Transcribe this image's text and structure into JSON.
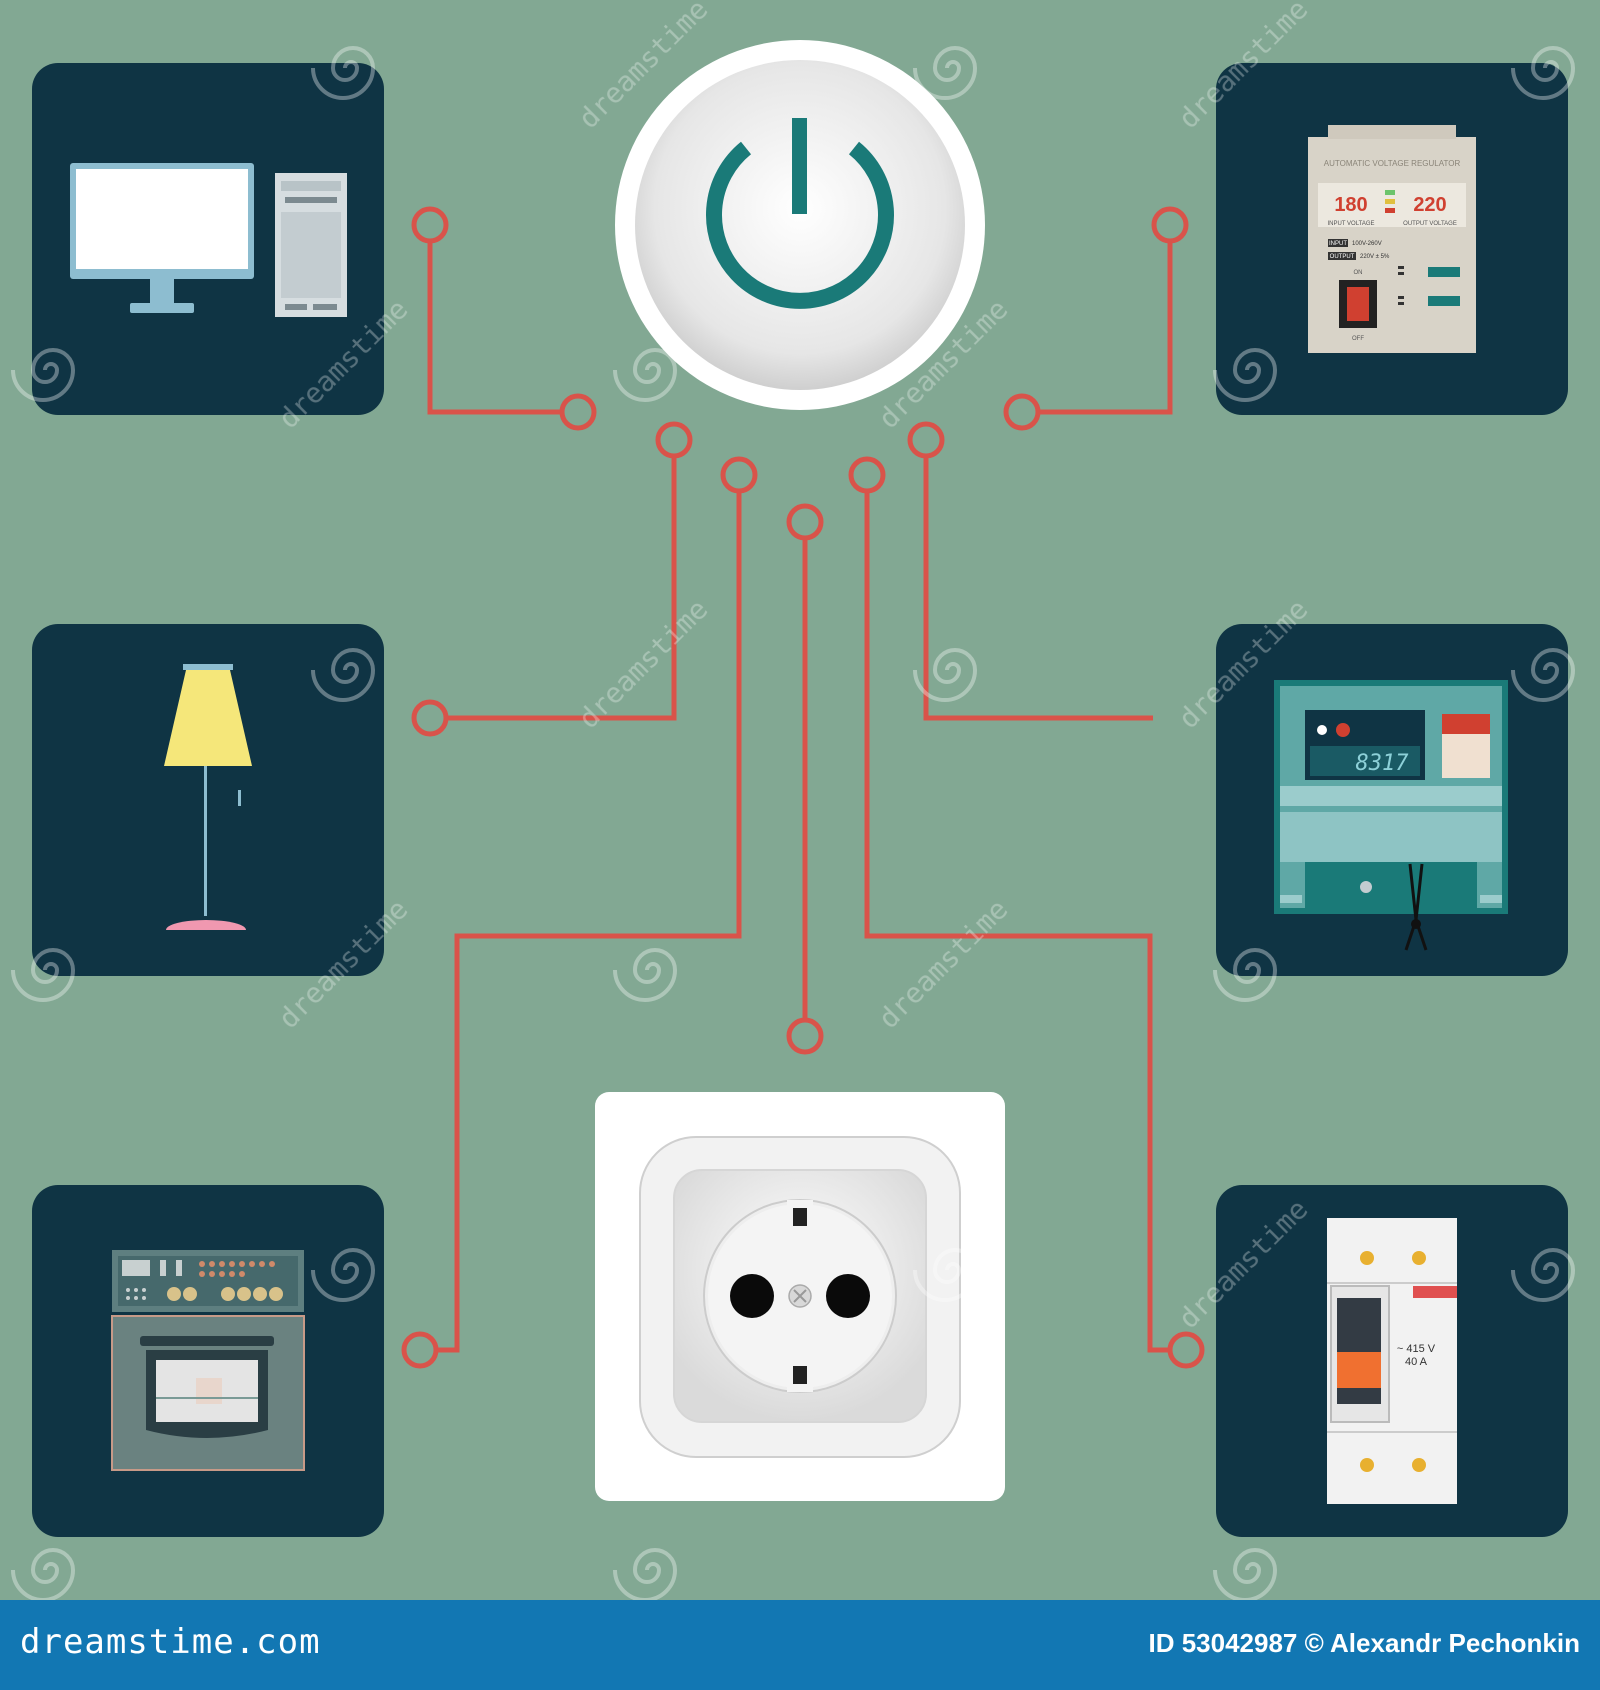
{
  "colors": {
    "background": "#82a893",
    "panel": "#0f3444",
    "wire": "#d9534a",
    "power_ring": "#1a7a78",
    "footer": "#1277b3"
  },
  "devices": {
    "voltage_regulator": {
      "title": "AUTOMATIC VOLTAGE REGULATOR",
      "input_value": "180",
      "output_value": "220",
      "input_label": "INPUT VOLTAGE",
      "output_label": "OUTPUT VOLTAGE",
      "input_tag": "INPUT",
      "input_range": "100V-260V",
      "output_tag": "OUTPUT",
      "output_range": "220V ± 5%",
      "switch_on": "ON",
      "switch_off": "OFF"
    },
    "electric_meter": {
      "display": "8317"
    },
    "circuit_breaker": {
      "rating_voltage": "~ 415 V",
      "rating_current": "40 A"
    }
  },
  "watermark": {
    "text": "dreamstime"
  },
  "footer": {
    "brand": "dreamstime.com",
    "credit": "ID 53042987 © Alexandr Pechonkin"
  }
}
